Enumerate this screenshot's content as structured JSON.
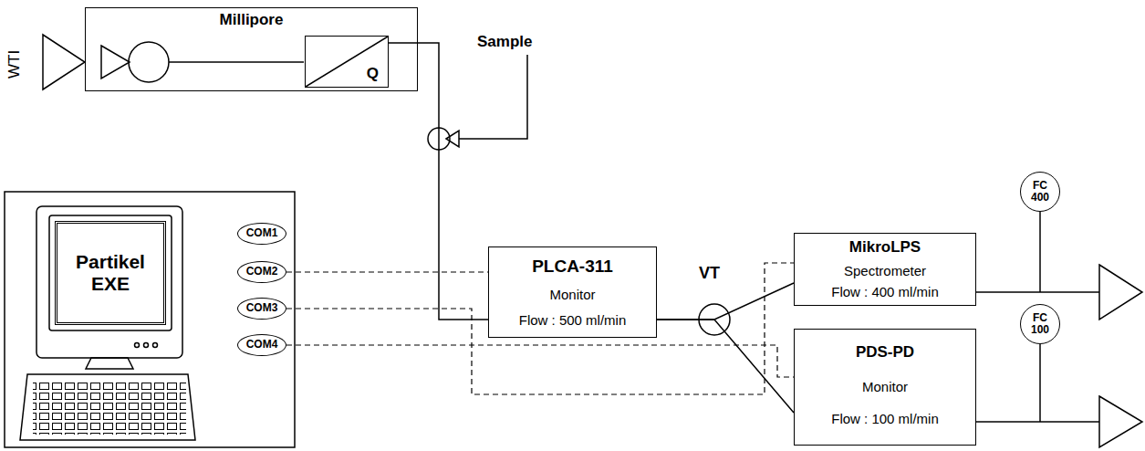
{
  "diagram": {
    "nodes": [
      {
        "text": [
          "Millipore"
        ]
      },
      {
        "text": [
          "Q"
        ],
        "in": 0
      },
      {
        "text": [
          "Partikel EXE"
        ]
      },
      {
        "text": [
          "COM1"
        ]
      },
      {
        "text": [
          "COM2"
        ]
      },
      {
        "text": [
          "COM3"
        ]
      },
      {
        "text": [
          "COM4"
        ]
      },
      {
        "text": [
          "PLCA-311",
          "Monitor",
          "Flow : 500 ml/min"
        ]
      },
      {
        "text": [
          "MikroLPS",
          "Spectrometer",
          "Flow : 400 ml/min"
        ]
      },
      {
        "text": [
          "FC 400"
        ]
      },
      {
        "text": [
          "PDS-PD",
          "Monitor",
          "Flow : 100 ml/min"
        ]
      },
      {
        "text": [
          "FC 100"
        ]
      }
    ],
    "edges": [
      {
        "from": 1,
        "to": 7,
        "arrow": "none"
      },
      {
        "from": 4,
        "to": 7,
        "arrow": "none"
      },
      {
        "from": 7,
        "to": 8,
        "arrow": "none"
      },
      {
        "from": 7,
        "to": 10,
        "arrow": "none"
      },
      {
        "from": 5,
        "to": 8,
        "arrow": "none"
      },
      {
        "from": 6,
        "to": 10,
        "arrow": "none"
      }
    ],
    "labels": [
      "WTI",
      "Sample",
      "VT"
    ]
  }
}
